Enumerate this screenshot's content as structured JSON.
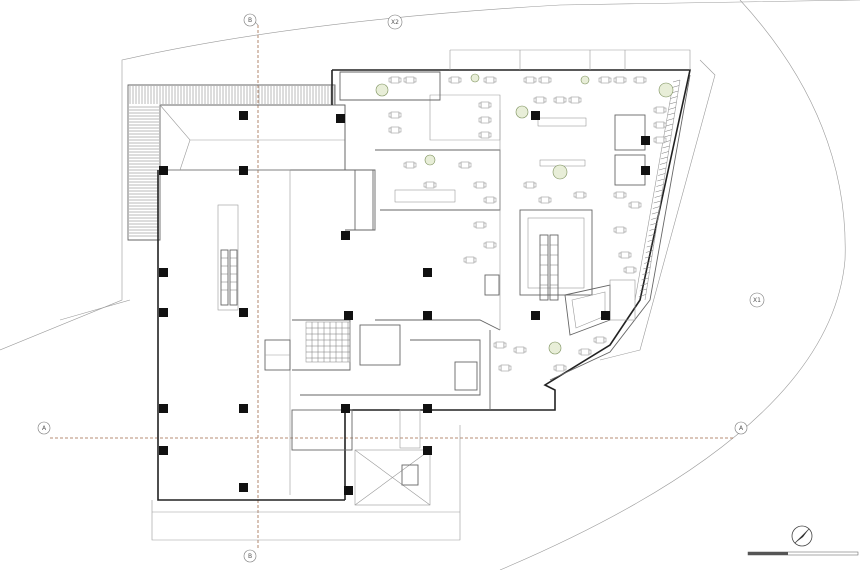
{
  "grid_labels": {
    "a": "A",
    "b": "B",
    "x1": "X1",
    "x2": "X2"
  },
  "colors": {
    "wall": "#222222",
    "thin_line": "#9a9a9a",
    "grid_axis": "#a06a4a",
    "column": "#111111",
    "planting": "#7a8f5a"
  },
  "icons": {
    "north_arrow": "north-arrow-icon",
    "scale_bar": "scale-bar-icon"
  }
}
